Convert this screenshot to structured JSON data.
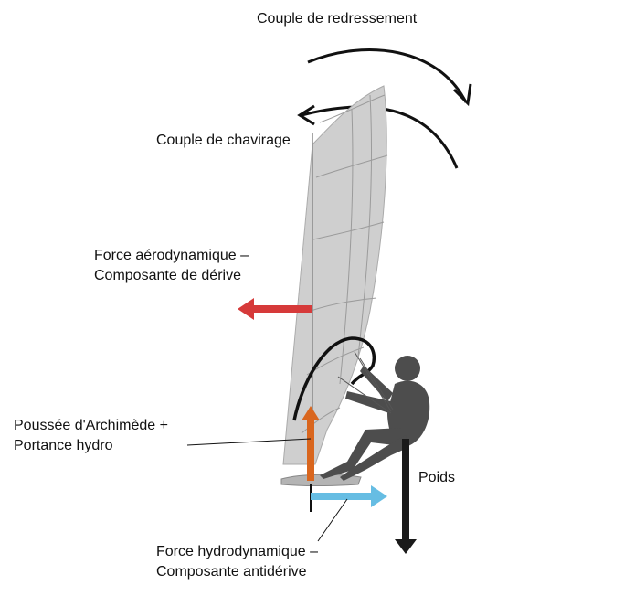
{
  "labels": {
    "righting_moment": "Couple de redressement",
    "capsizing_moment": "Couple de chavirage",
    "aero_force": {
      "line1": "Force aérodynamique –",
      "line2": "Composante de dérive"
    },
    "buoyancy": {
      "line1": "Poussée d'Archimède +",
      "line2": "Portance hydro"
    },
    "weight": "Poids",
    "hydro_force": {
      "line1": "Force hydrodynamique –",
      "line2": "Composante antidérive"
    }
  },
  "colors": {
    "aero_arrow": "#d63a3a",
    "buoyancy_arrow": "#d9661e",
    "hydro_arrow": "#66bde3",
    "weight_arrow": "#1a1a1a",
    "sail": "#cfcfcf",
    "rider": "#4d4d4d"
  }
}
